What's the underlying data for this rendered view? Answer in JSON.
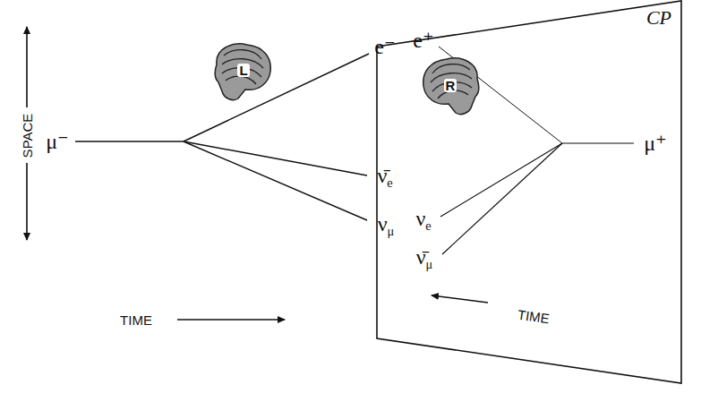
{
  "diagram": {
    "nodes": [
      {
        "text": [
          "CP"
        ]
      }
    ],
    "labels": [
      "SPACE",
      "μ⁻",
      "e⁻",
      "L",
      "ν̄e",
      "νμ",
      "TIME",
      "e⁺",
      "R",
      "νe",
      "ν̄μ",
      "μ⁺",
      "TIME"
    ]
  }
}
